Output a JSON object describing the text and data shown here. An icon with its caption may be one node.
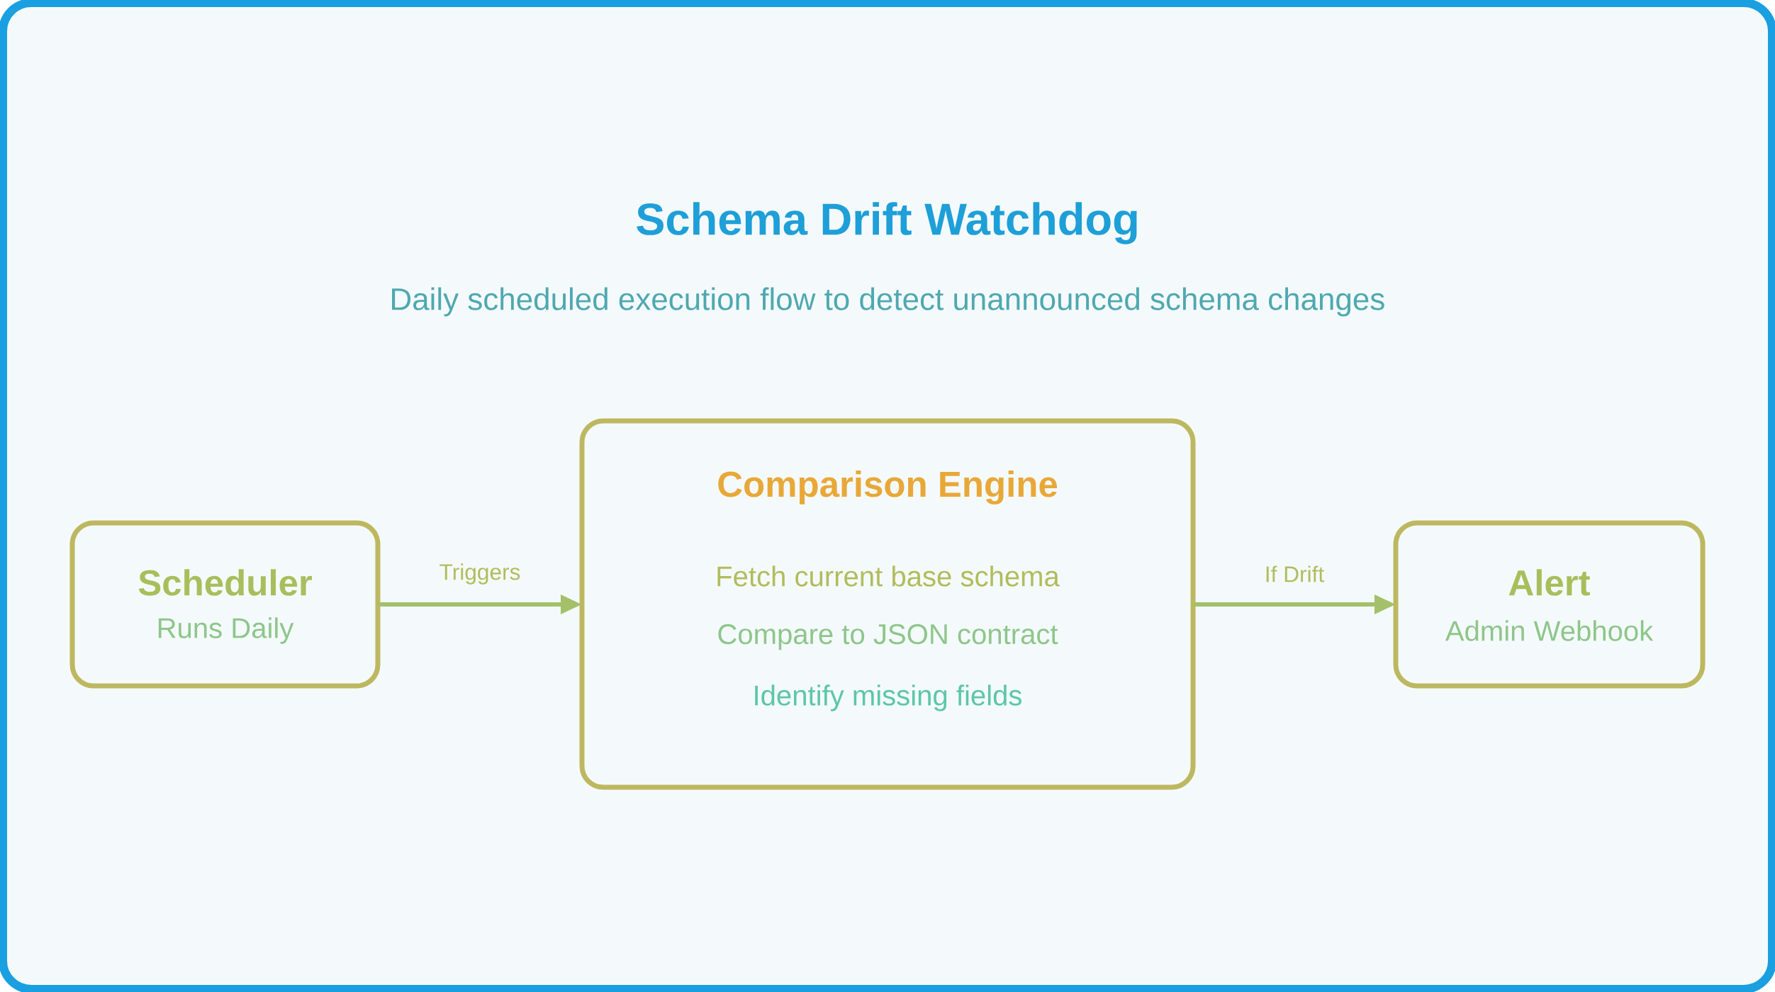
{
  "diagram": {
    "title": "Schema Drift Watchdog",
    "nodes": [
      {
        "text": [
          "Scheduler",
          "Runs Daily"
        ]
      },
      {
        "text": [
          "Comparison Engine",
          "Fetch current base schema",
          "Compare to JSON contract",
          "Identify missing fields"
        ]
      },
      {
        "text": [
          "Alert",
          "Admin Webhook"
        ]
      }
    ],
    "edges": [
      {
        "from": 0,
        "to": 1,
        "arrow": "to",
        "label": "Triggers"
      },
      {
        "from": 1,
        "to": 2,
        "arrow": "to",
        "label": "If Drift"
      }
    ],
    "labels": [
      "Daily scheduled execution flow to detect unannounced schema changes"
    ]
  }
}
